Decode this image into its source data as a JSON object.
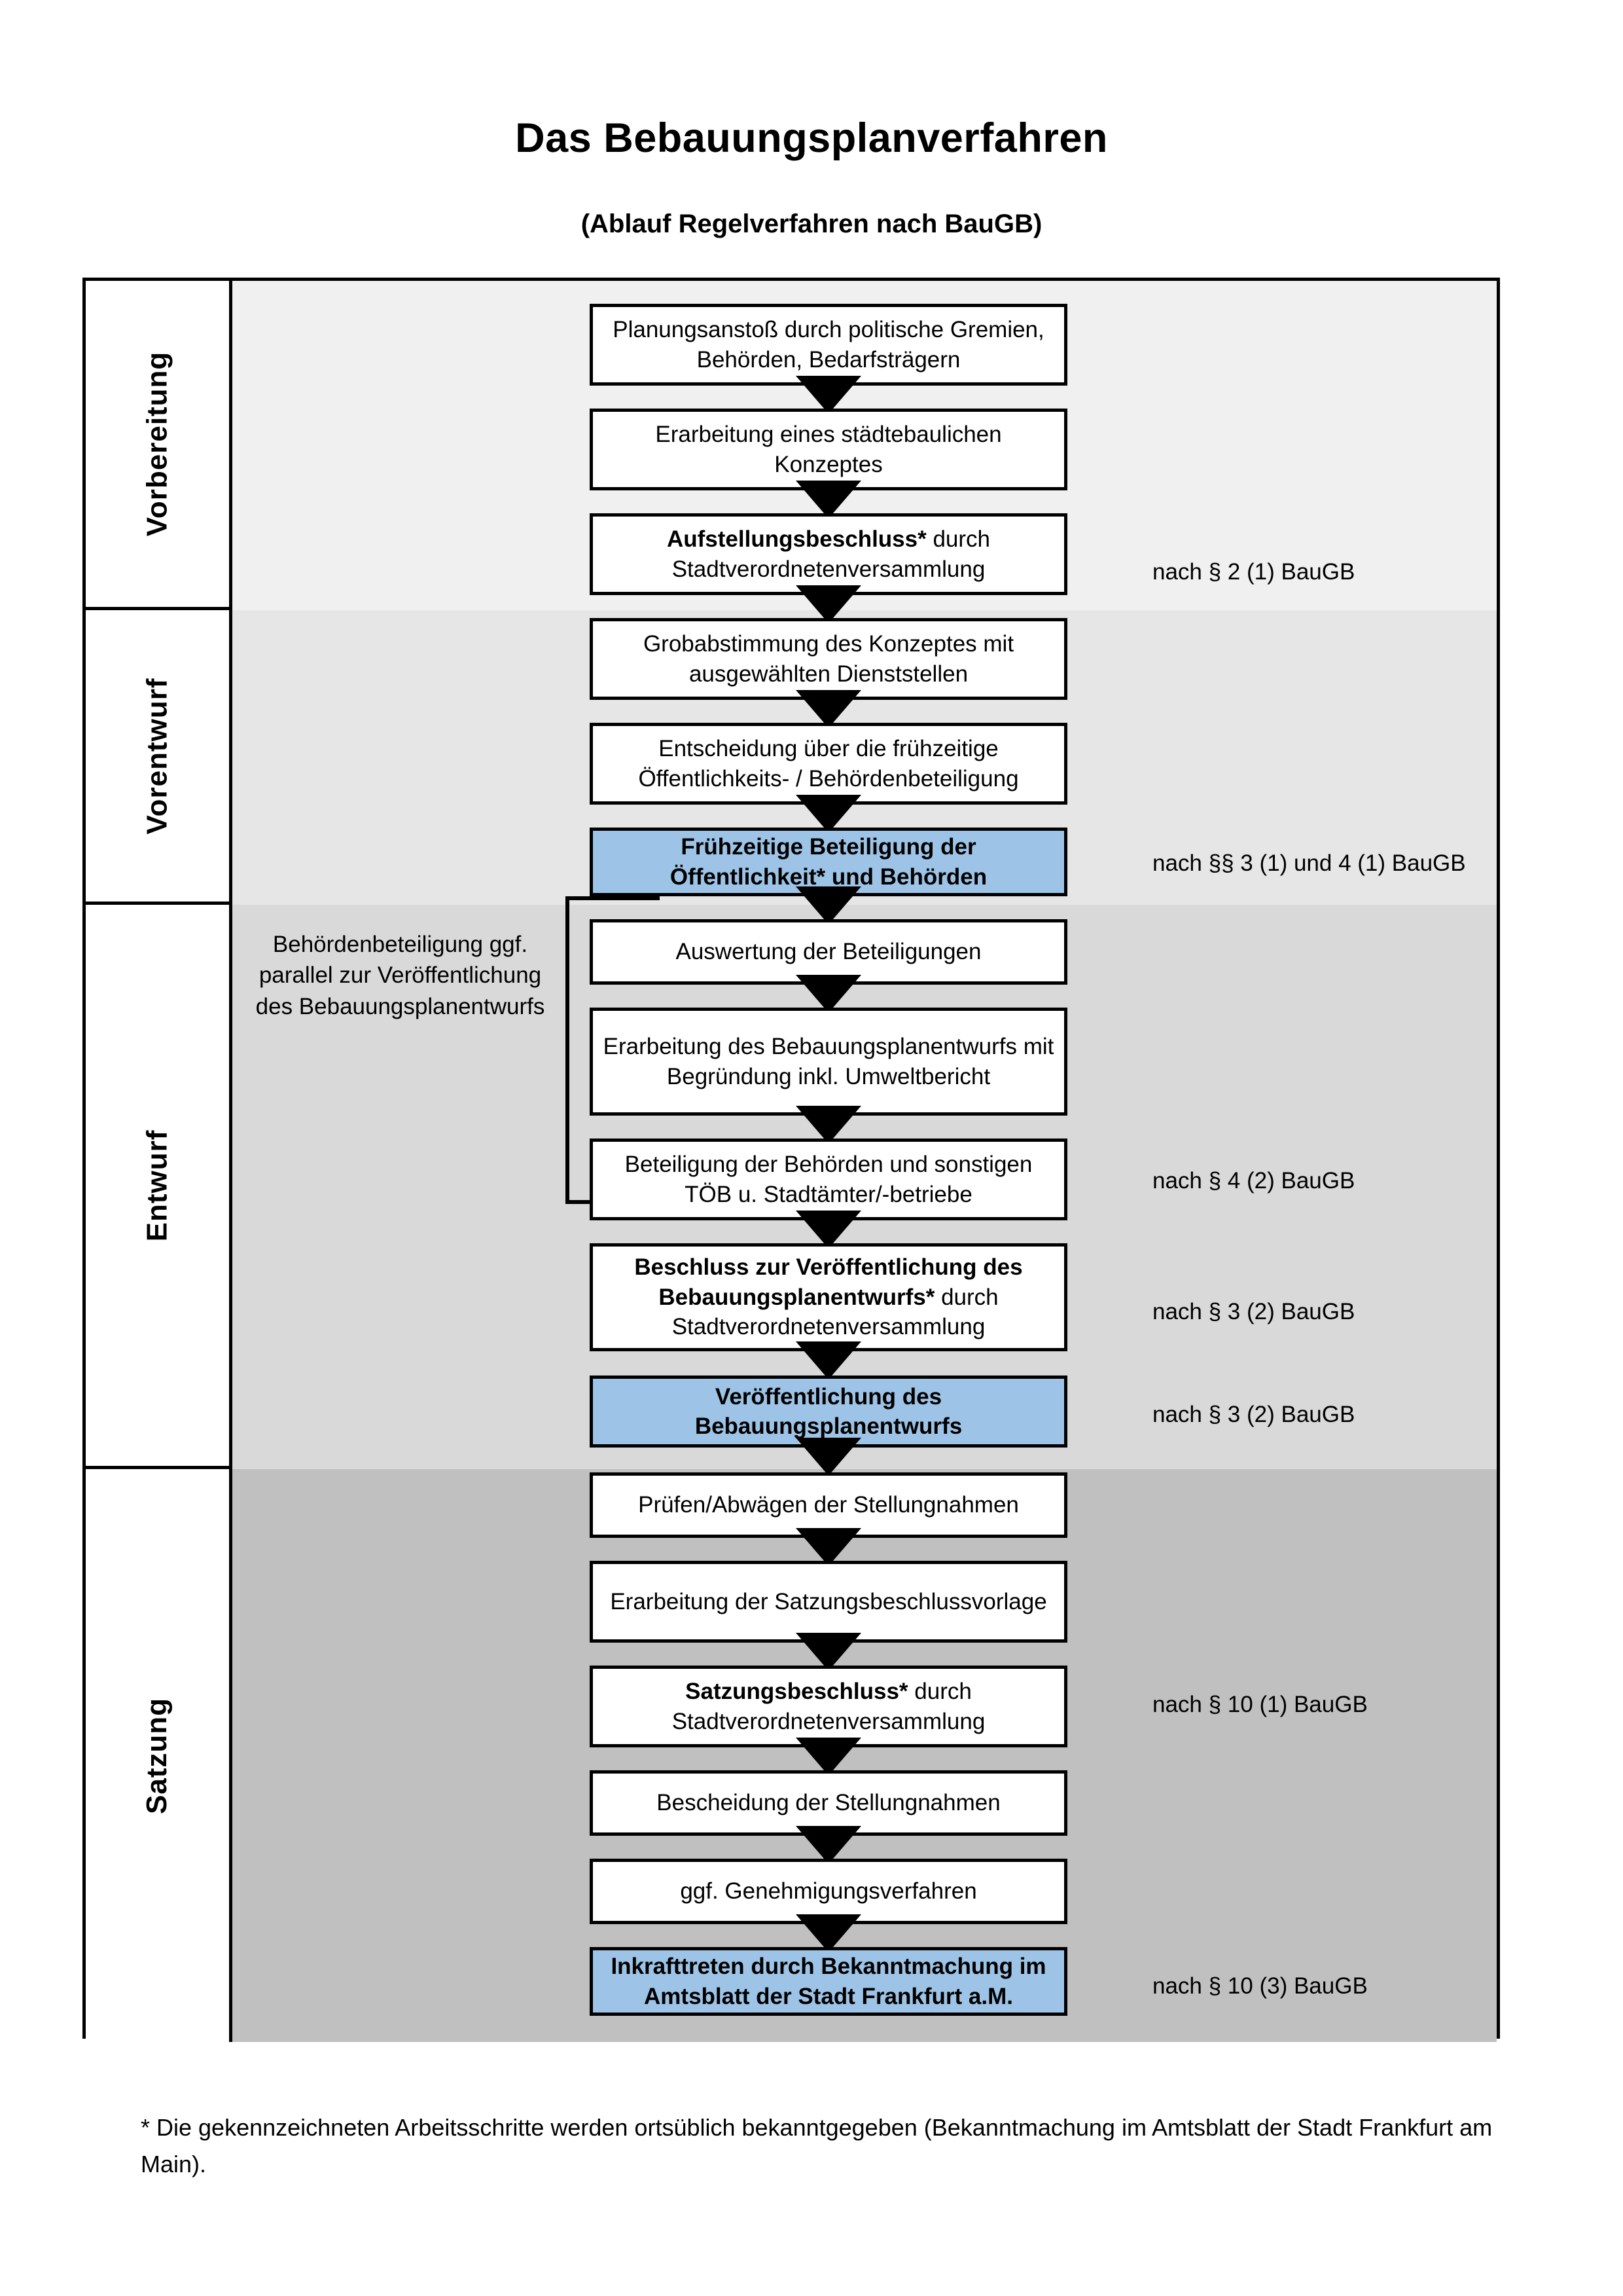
{
  "header": {
    "title": "Das Bebauungsplanverfahren",
    "subtitle": "(Ablauf Regelverfahren nach BauGB)"
  },
  "colors": {
    "highlight_blue": "#9DC3E6",
    "band_vorbereitung": "#F0F0F0",
    "band_vorentwurf": "#E6E6E6",
    "band_entwurf": "#D9D9D9",
    "band_satzung": "#C0C0C0",
    "outline": "#000000"
  },
  "phases": [
    {
      "label": "Vorbereitung"
    },
    {
      "label": "Vorentwurf"
    },
    {
      "label": "Entwurf"
    },
    {
      "label": "Satzung"
    }
  ],
  "steps": [
    {
      "id": "planungsanstoss",
      "phase": "Vorbereitung",
      "bold_prefix": "",
      "text": "Planungsanstoß durch politische Gremien, Behörden, Bedarfsträgern",
      "highlighted": false
    },
    {
      "id": "staedtebauliches-konzept",
      "phase": "Vorbereitung",
      "bold_prefix": "",
      "text": "Erarbeitung eines städtebaulichen Konzeptes",
      "highlighted": false
    },
    {
      "id": "aufstellungsbeschluss",
      "phase": "Vorbereitung",
      "bold_prefix": "Aufstellungsbeschluss*",
      "text": " durch Stadtverordnetenversammlung",
      "highlighted": false
    },
    {
      "id": "grobabstimmung",
      "phase": "Vorentwurf",
      "bold_prefix": "",
      "text": "Grobabstimmung des Konzeptes mit ausgewählten Dienststellen",
      "highlighted": false
    },
    {
      "id": "entscheidung-fruehzeitige-beteiligung",
      "phase": "Vorentwurf",
      "bold_prefix": "",
      "text": "Entscheidung über die frühzeitige Öffentlichkeits- / Behördenbeteiligung",
      "highlighted": false
    },
    {
      "id": "fruehzeitige-beteiligung",
      "phase": "Vorentwurf",
      "bold_prefix": "",
      "text": "Frühzeitige Beteiligung der Öffentlichkeit* und Behörden",
      "highlighted": true
    },
    {
      "id": "auswertung-beteiligungen",
      "phase": "Entwurf",
      "bold_prefix": "",
      "text": "Auswertung der Beteiligungen",
      "highlighted": false
    },
    {
      "id": "erarbeitung-bplan-entwurf",
      "phase": "Entwurf",
      "bold_prefix": "",
      "text": "Erarbeitung des Bebauungsplanentwurfs mit Begründung inkl. Umweltbericht",
      "highlighted": false
    },
    {
      "id": "beteiligung-behoerden-toeb",
      "phase": "Entwurf",
      "bold_prefix": "",
      "text": "Beteiligung der Behörden und sonstigen TÖB u. Stadtämter/-betriebe",
      "highlighted": false
    },
    {
      "id": "beschluss-veroeffentlichung",
      "phase": "Entwurf",
      "bold_prefix": "Beschluss zur Veröffentlichung des Bebauungsplanentwurfs*",
      "text": " durch Stadtverordnetenversammlung",
      "highlighted": false
    },
    {
      "id": "veroeffentlichung-bplan-entwurf",
      "phase": "Entwurf",
      "bold_prefix": "",
      "text": "Veröffentlichung des Bebauungsplanentwurfs",
      "highlighted": true
    },
    {
      "id": "pruefen-abwaegen",
      "phase": "Satzung",
      "bold_prefix": "",
      "text": "Prüfen/Abwägen der Stellungnahmen",
      "highlighted": false
    },
    {
      "id": "erarbeitung-satzungsbeschlussvorlage",
      "phase": "Satzung",
      "bold_prefix": "",
      "text": "Erarbeitung der Satzungsbeschlussvorlage",
      "highlighted": false
    },
    {
      "id": "satzungsbeschluss",
      "phase": "Satzung",
      "bold_prefix": "Satzungsbeschluss*",
      "text": " durch Stadtverordnetenversammlung",
      "highlighted": false
    },
    {
      "id": "bescheidung-stellungnahmen",
      "phase": "Satzung",
      "bold_prefix": "",
      "text": "Bescheidung der Stellungnahmen",
      "highlighted": false
    },
    {
      "id": "genehmigungsverfahren",
      "phase": "Satzung",
      "bold_prefix": "",
      "text": "ggf. Genehmigungsverfahren",
      "highlighted": false
    },
    {
      "id": "inkrafttreten",
      "phase": "Satzung",
      "bold_prefix": "Inkrafttreten",
      "text": " durch Bekanntmachung im Amtsblatt der Stadt Frankfurt a.M.",
      "highlighted": true
    }
  ],
  "legal_references": [
    {
      "for_step": "aufstellungsbeschluss",
      "text": "nach § 2 (1) BauGB"
    },
    {
      "for_step": "fruehzeitige-beteiligung",
      "text": "nach §§ 3 (1) und 4 (1) BauGB"
    },
    {
      "for_step": "beteiligung-behoerden-toeb",
      "text": "nach § 4 (2) BauGB"
    },
    {
      "for_step": "beschluss-veroeffentlichung",
      "text": "nach § 3 (2) BauGB"
    },
    {
      "for_step": "veroeffentlichung-bplan-entwurf",
      "text": "nach § 3 (2) BauGB"
    },
    {
      "for_step": "satzungsbeschluss",
      "text": "nach § 10 (1) BauGB"
    },
    {
      "for_step": "inkrafttreten",
      "text": "nach § 10 (3) BauGB"
    }
  ],
  "annotations": {
    "parallel_note": "Behördenbeteiligung ggf. parallel zur Veröffentlichung des Bebauungsplanentwurfs"
  },
  "footnote": "* Die gekennzeichneten Arbeitsschritte werden ortsüblich bekanntgegeben (Bekanntmachung im Amtsblatt  der Stadt Frankfurt am Main)."
}
